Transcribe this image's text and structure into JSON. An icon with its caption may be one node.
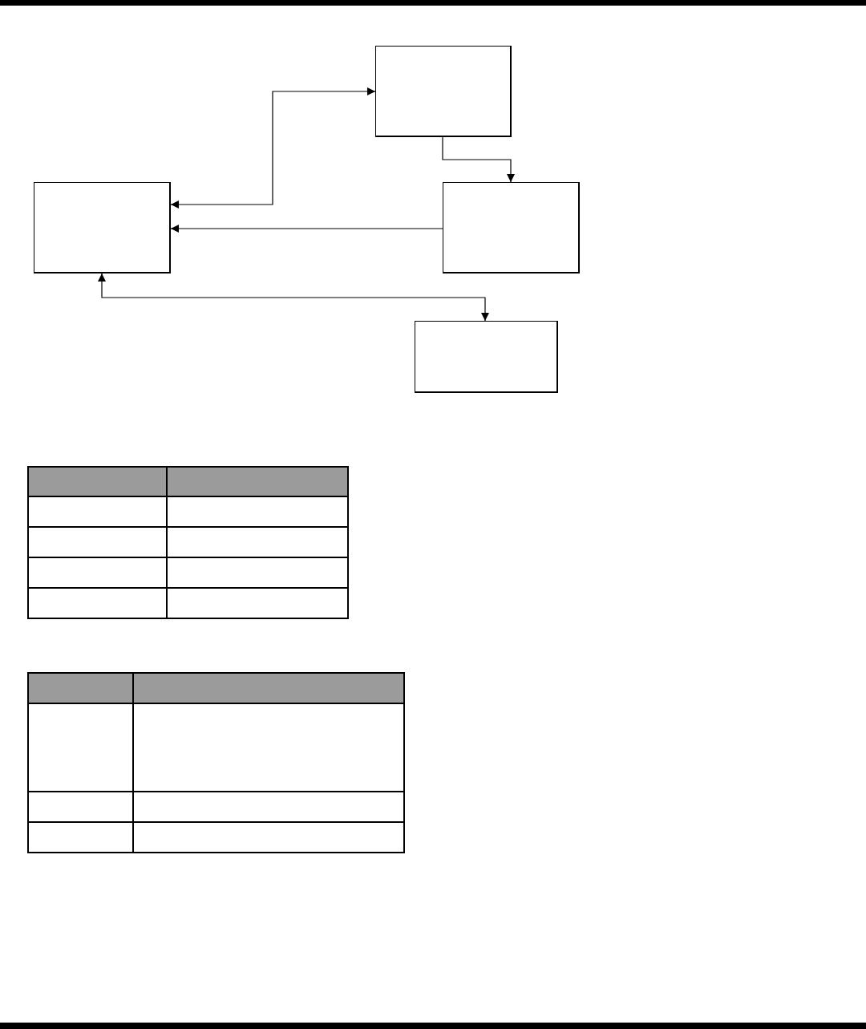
{
  "diagram": {
    "nodes": [
      {
        "text": [],
        "shape": "box"
      },
      {
        "text": [],
        "shape": "box"
      },
      {
        "text": [],
        "shape": "box"
      },
      {
        "text": [],
        "shape": "box"
      }
    ],
    "edges": [
      {
        "from": 0,
        "to": 1,
        "arrow": "both"
      },
      {
        "from": 0,
        "to": 2,
        "arrow": "to"
      },
      {
        "from": 2,
        "to": 1,
        "arrow": "to"
      },
      {
        "from": 1,
        "to": 3,
        "arrow": "both"
      }
    ]
  }
}
